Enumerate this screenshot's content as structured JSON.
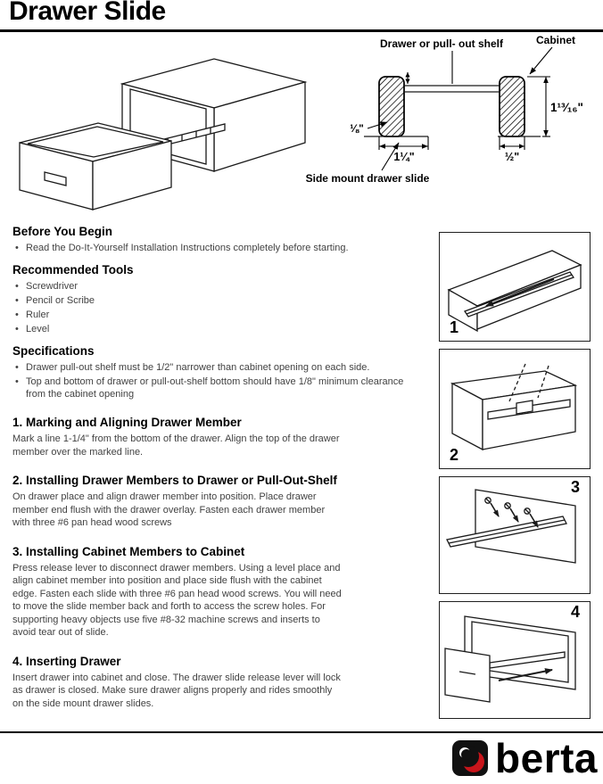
{
  "page": {
    "title": "Drawer Slide"
  },
  "top_diagram": {
    "shelf_label": "Drawer or pull- out shelf",
    "cabinet_label": "Cabinet",
    "side_mount_label": "Side mount drawer slide",
    "dim_clearance": "⅛\"",
    "dim_slide_width": "1¼\"",
    "dim_gap": "½\"",
    "dim_height": "1¹³⁄₁₆\""
  },
  "sections": [
    {
      "heading": "Before You Begin",
      "bullets": [
        "Read the Do-It-Yourself Installation Instructions completely before starting."
      ]
    },
    {
      "heading": "Recommended Tools",
      "bullets": [
        "Screwdriver",
        "Pencil or Scribe",
        "Ruler",
        "Level"
      ]
    },
    {
      "heading": "Specifications",
      "bullets": [
        "Drawer pull-out shelf must be 1/2\" narrower than cabinet opening on each side.",
        "Top and bottom of drawer or pull-out-shelf bottom should have 1/8\" minimum clearance from the cabinet opening"
      ]
    },
    {
      "heading": "1.  Marking and Aligning Drawer Member",
      "body": "Mark a line 1-1/4\" from the bottom of the drawer. Align the top of the drawer member over the  marked line."
    },
    {
      "heading": "2. Installing Drawer Members to Drawer or Pull-Out-Shelf",
      "body": "On drawer place and align drawer member into position. Place drawer member end flush with the drawer overlay. Fasten each drawer member with three #6 pan head wood screws"
    },
    {
      "heading": "3. Installing Cabinet Members to Cabinet",
      "body": "Press release lever to disconnect drawer members. Using a level place and align cabinet member into position and place side flush with the cabinet edge. Fasten each slide with three #6 pan head wood screws. You will need to move the slide member back and forth to access the screw holes. For supporting heavy objects use five #8-32 machine screws and inserts to avoid tear out of slide."
    },
    {
      "heading": "4. Inserting Drawer",
      "body": "Insert drawer into cabinet and close. The drawer slide release lever will lock as drawer is closed. Make sure drawer aligns properly and rides smoothly on the side mount drawer slides."
    }
  ],
  "step_figures": [
    {
      "number": "1"
    },
    {
      "number": "2"
    },
    {
      "number": "3"
    },
    {
      "number": "4"
    }
  ],
  "footer": {
    "brand": "berta"
  },
  "colors": {
    "accent_red": "#c8151b",
    "ink": "#000000"
  }
}
